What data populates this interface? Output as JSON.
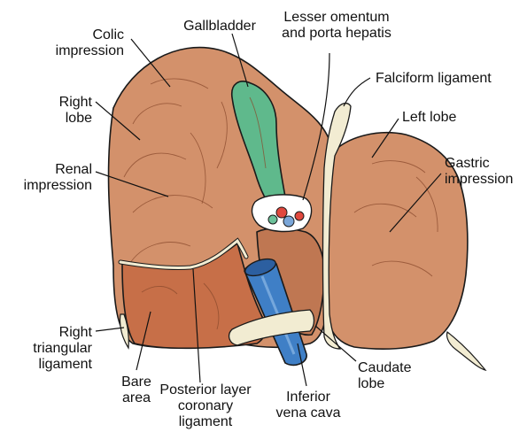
{
  "colors": {
    "liver": "#d3916b",
    "liver_shadow": "#bf7752",
    "bare_area": "#c76f48",
    "gallbladder": "#5fb98c",
    "ivc": "#3f7fc6",
    "ligament": "#f2ecd2",
    "artery": "#e0483e",
    "bile_duct": "#6cc19a",
    "portal_vein": "#7aa6d8"
  },
  "labels": {
    "colic_impression": [
      "Colic",
      "impression"
    ],
    "gallbladder": [
      "Gallbladder"
    ],
    "lesser_omentum": [
      "Lesser omentum",
      "and porta hepatis"
    ],
    "falciform_ligament": [
      "Falciform ligament"
    ],
    "right_lobe": [
      "Right",
      "lobe"
    ],
    "left_lobe": [
      "Left lobe"
    ],
    "renal_impression": [
      "Renal",
      "impression"
    ],
    "gastric_impression": [
      "Gastric",
      "impression"
    ],
    "right_triangular_ligament": [
      "Right",
      "triangular",
      "ligament"
    ],
    "bare_area": [
      "Bare",
      "area"
    ],
    "posterior_layer": [
      "Posterior layer",
      "coronary",
      "ligament"
    ],
    "inferior_vena_cava": [
      "Inferior",
      "vena cava"
    ],
    "caudate_lobe": [
      "Caudate",
      "lobe"
    ]
  }
}
